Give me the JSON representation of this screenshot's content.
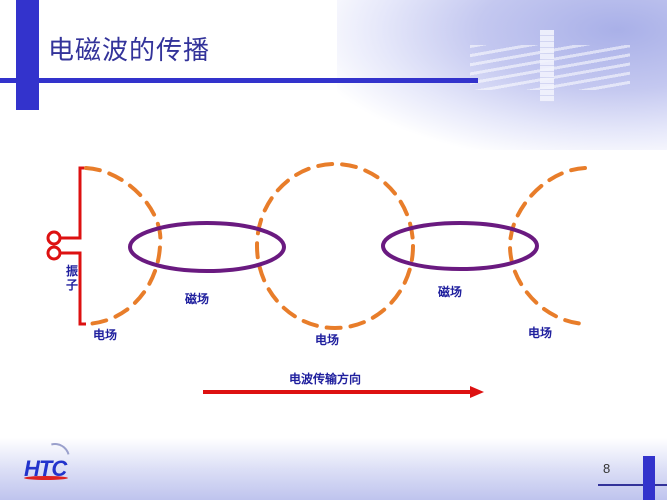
{
  "slide": {
    "title": "电磁波的传播",
    "page_number": "8",
    "logo_text": "HTC"
  },
  "diagram": {
    "antenna_label": "振子",
    "labels": {
      "electric_field_1": "电场",
      "magnetic_field_1": "磁场",
      "electric_field_2": "电场",
      "magnetic_field_2": "磁场",
      "electric_field_3": "电场"
    },
    "direction_label": "电波传输方向",
    "colors": {
      "electric_field": "#e87d2a",
      "magnetic_field": "#6a1a80",
      "antenna": "#dd1111",
      "arrow": "#dd1111",
      "title_accent": "#3333cc"
    }
  }
}
